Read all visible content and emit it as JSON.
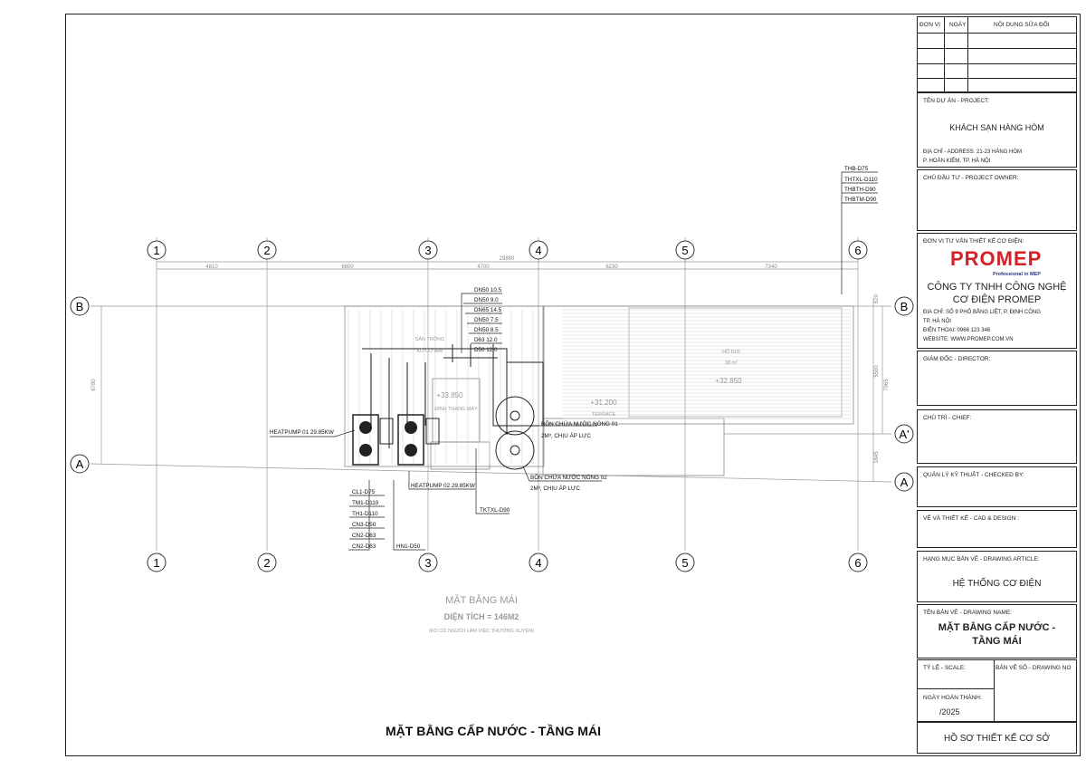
{
  "grid": {
    "columns": [
      "1",
      "2",
      "3",
      "4",
      "5",
      "6"
    ],
    "rows_left": [
      "B",
      "A"
    ],
    "rows_right": [
      "B",
      "A'",
      "A"
    ],
    "total_dim": "29880",
    "dims": [
      "4810",
      "6800",
      "4700",
      "6230",
      "7340"
    ],
    "left_dim": "6780",
    "right_dims": [
      "620",
      "5500",
      "7965",
      "1845"
    ]
  },
  "pipe_labels_top": [
    "DN50 10.5",
    "DN50 9.0",
    "DN65 14.5",
    "DN50 7.5",
    "DN50 8.5",
    "D63 12.0",
    "D50 12.0"
  ],
  "pipe_labels_right": [
    "THB-D75",
    "THTXL-D110",
    "THBTH-D90",
    "THBTM-D90"
  ],
  "pipe_labels_bottom": [
    "CL1-D75",
    "TM1-D110",
    "TH1-D110",
    "CN3-D50",
    "CN2-D63",
    "CN2-D63"
  ],
  "hn_label": "HN1-D50",
  "tktxl_label": "TKTXL-D90",
  "equipment": {
    "heatpump1": "HEATPUMP 01 29.85KW",
    "heatpump2": "HEATPUMP 02 29.85KW",
    "tank1": "BỒN CHỨA NƯỚC NÓNG 01",
    "tank1_sub": "2M³, CHỊU ÁP LỰC",
    "tank2": "BỒN CHỨA NƯỚC NÓNG 02",
    "tank2_sub": "2M³, CHỊU ÁP LỰC"
  },
  "areas": {
    "elevator": "ĐỈNH THANG MÁY",
    "elevator_level": "+33.850",
    "roof_area": "SÂN TRỐNG",
    "roof_area_sub": "KO CÓ MÁI",
    "pool": "HỒ BƠI",
    "pool_area": "38 m²",
    "pool_level": "+32.850",
    "terrace": "TERRACE",
    "terrace_level": "+31.200"
  },
  "plan_caption": {
    "title": "MẶT BẰNG MÁI",
    "area": "DIỆN TÍCH = 146M2",
    "note": "(KO CÓ NGƯỜI LÀM VIỆC THƯỜNG XUYÊN)"
  },
  "sheet_title": "MẶT BẰNG CẤP NƯỚC - TẦNG MÁI",
  "title_block": {
    "rev_headers": [
      "ĐƠN VỊ",
      "NGÀY",
      "NỘI DUNG SỬA ĐỔI"
    ],
    "project_label": "TÊN DỰ ÁN - PROJECT:",
    "project": "KHÁCH SẠN HÀNG HÒM",
    "address1": "ĐỊA CHỈ - ADDRESS: 21-23 HÀNG HÒM",
    "address2": "P. HOÀN KIẾM, TP. HÀ NỘI",
    "owner_label": "CHỦ ĐẦU TƯ - PROJECT OWNER:",
    "consultant_label": "ĐƠN VỊ TƯ VẤN THIẾT KẾ CƠ ĐIỆN:",
    "logo": "PROMEP",
    "logo_tag": "Professional in MEP",
    "company1": "CÔNG TY TNHH CÔNG NGHỆ",
    "company2": "CƠ ĐIỆN PROMEP",
    "c_addr1": "ĐỊA CHỈ: SỐ 9 PHỐ BẰNG LIỆT, P. ĐỊNH CÔNG",
    "c_addr2": "TP. HÀ NỘI",
    "phone": "ĐIỆN THOẠI: 0966 123 346",
    "website": "WEBSITE: WWW.PROMEP.COM.VN",
    "director": "GIÁM ĐỐC - DIRECTOR:",
    "chief": "CHỦ TRÌ - CHIEF:",
    "checked": "QUẢN LÝ KỸ THUẬT - CHECKED BY:",
    "cad": "VẼ VÀ THIẾT KẾ - CAD & DESIGN :",
    "article_label": "HẠNG MỤC BẢN VẼ - DRAWING ARTICLE:",
    "article": "HỆ THỐNG CƠ ĐIỆN",
    "name_label": "TÊN BẢN VẼ - DRAWING NAME:",
    "name1": "MẶT BẰNG CẤP NƯỚC -",
    "name2": "TẦNG MÁI",
    "scale": "TỶ LỆ - SCALE:",
    "drawing_no": "BẢN VẼ SỐ - DRAWING NO",
    "completion": "NGÀY HOÀN THÀNH:",
    "year": "/2025",
    "stage": "HỒ SƠ THIẾT KẾ CƠ SỞ"
  },
  "colors": {
    "logo_red": "#d42027",
    "logo_blue": "#1f3c8c",
    "line": "#222222",
    "grey": "#8a8a8a"
  }
}
